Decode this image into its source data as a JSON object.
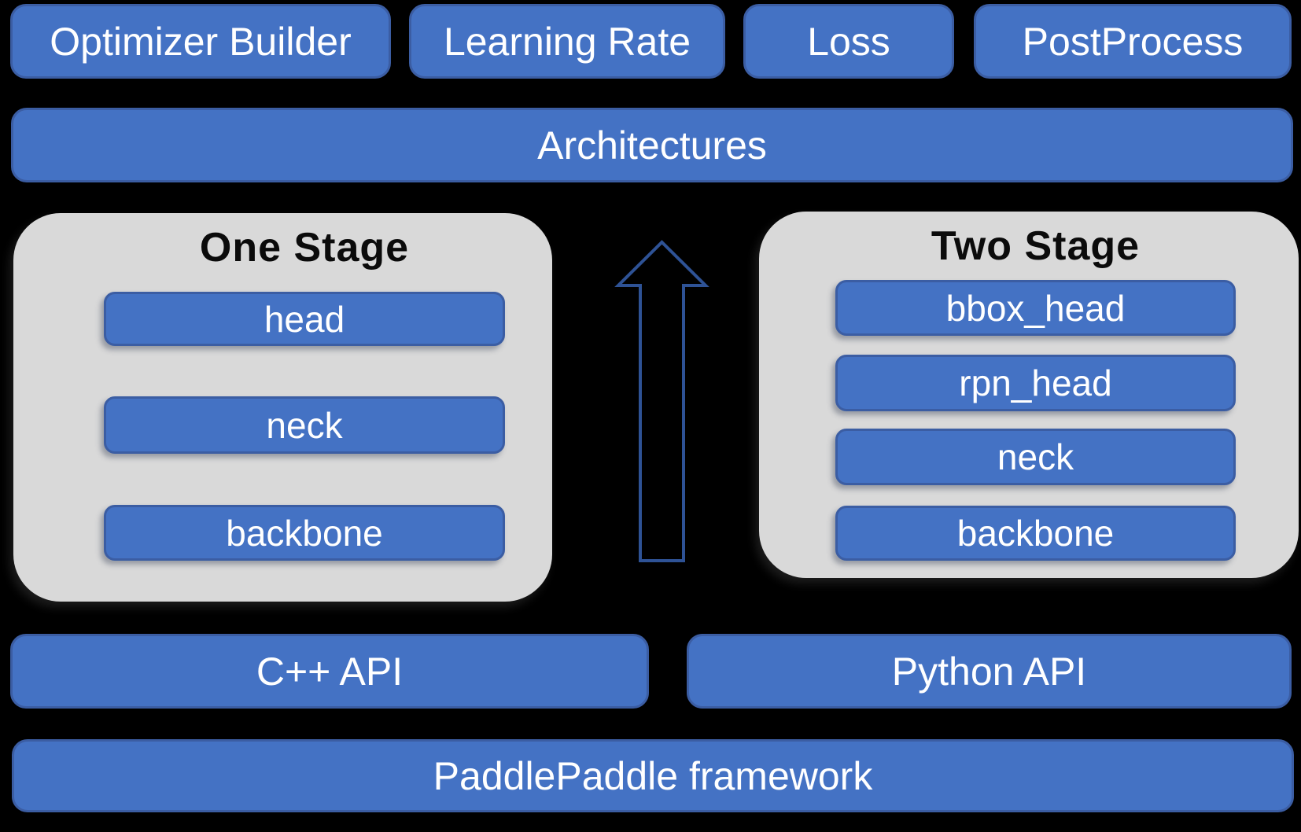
{
  "colors": {
    "background": "#000000",
    "box_fill": "#4472C4",
    "box_border": "#3B5DA3",
    "container_fill": "#D9D9D9",
    "label_color": "#FFFFFF",
    "title_color": "#0B0B0B",
    "arrow_stroke": "#2E5295"
  },
  "top_row": {
    "optimizer_builder": "Optimizer Builder",
    "learning_rate": "Learning Rate",
    "loss": "Loss",
    "postprocess": "PostProcess"
  },
  "architectures": {
    "label": "Architectures"
  },
  "one_stage": {
    "title": "One Stage",
    "items": [
      "head",
      "neck",
      "backbone"
    ]
  },
  "two_stage": {
    "title": "Two Stage",
    "items": [
      "bbox_head",
      "rpn_head",
      "neck",
      "backbone"
    ]
  },
  "arrow": {
    "name": "upward-flow-arrow"
  },
  "api_row": {
    "cpp": "C++ API",
    "python": "Python API"
  },
  "framework": {
    "label": "PaddlePaddle framework"
  }
}
